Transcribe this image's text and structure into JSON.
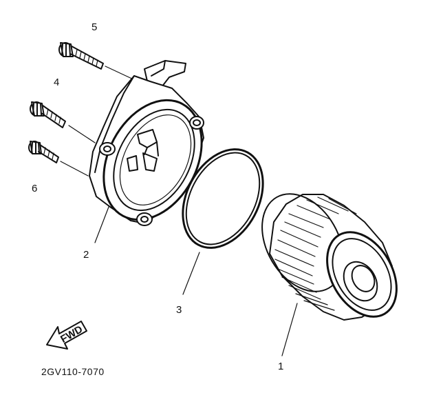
{
  "labels": {
    "part_1": "1",
    "part_2": "2",
    "part_3": "3",
    "part_4": "4",
    "part_5": "5",
    "part_6": "6"
  },
  "fwd_label": "FWD",
  "diagram_code": "2GV110-7070",
  "ink_color": "#111111"
}
